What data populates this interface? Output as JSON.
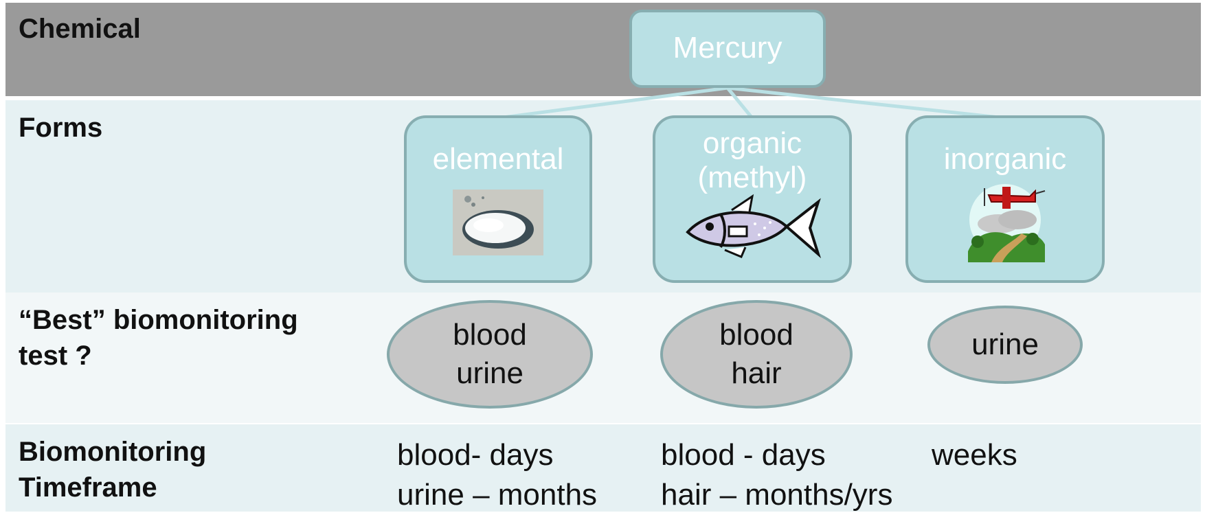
{
  "rows": {
    "chemical": {
      "label_lines": [
        "Chemical"
      ]
    },
    "forms": {
      "label_lines": [
        "Forms"
      ]
    },
    "best_test": {
      "label_lines": [
        "“Best” biomonitoring",
        "test ?"
      ]
    },
    "timeframe": {
      "label_lines": [
        "Biomonitoring",
        "Timeframe"
      ]
    }
  },
  "root": {
    "label": "Mercury"
  },
  "forms": [
    {
      "label_lines": [
        "elemental"
      ],
      "icon": "mercury-droplet-icon",
      "tests": [
        "blood",
        "urine"
      ],
      "timeframe_lines": [
        "blood- days",
        "urine – months"
      ]
    },
    {
      "label_lines": [
        "organic",
        "(methyl)"
      ],
      "icon": "fish-icon",
      "tests": [
        "blood",
        "hair"
      ],
      "timeframe_lines": [
        "blood - days",
        "hair – months/yrs"
      ]
    },
    {
      "label_lines": [
        "inorganic"
      ],
      "icon": "airplane-landscape-icon",
      "tests": [
        "urine"
      ],
      "timeframe_lines": [
        "weeks"
      ]
    }
  ],
  "colors": {
    "header_band": "#9a9a9a",
    "node_fill": "#b9e0e4",
    "node_border": "#87aeb1",
    "oval_fill": "#c6c6c6",
    "connector": "#b9e0e4"
  }
}
